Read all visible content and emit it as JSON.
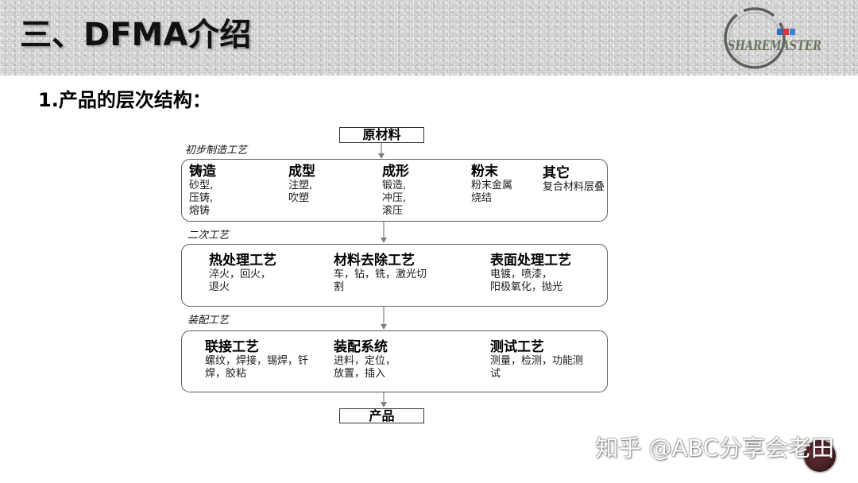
{
  "header": {
    "title": "三、DFMA介绍",
    "logo": {
      "text": "SHAREMASTER",
      "colors": [
        "#2f6fc0",
        "#d8363a",
        "#3b82d6"
      ]
    }
  },
  "section_title": "1.产品的层次结构：",
  "diagram": {
    "start": "原材料",
    "end": "产品",
    "stages": [
      {
        "label": "初步制造工艺",
        "groups": [
          {
            "heading": "铸造",
            "lines": [
              "砂型,",
              "压铸,",
              "熔铸"
            ]
          },
          {
            "heading": "成型",
            "lines": [
              "注塑,",
              "吹塑"
            ]
          },
          {
            "heading": "成形",
            "lines": [
              "锻造,",
              "冲压,",
              "滚压"
            ]
          },
          {
            "heading": "粉末",
            "lines": [
              "粉末金属",
              "烧结"
            ]
          },
          {
            "heading": "其它",
            "lines": [
              "复合材料层叠"
            ]
          }
        ]
      },
      {
        "label": "二次工艺",
        "groups": [
          {
            "heading": "热处理工艺",
            "lines": [
              "淬火，回火，",
              "退火"
            ]
          },
          {
            "heading": "材料去除工艺",
            "lines": [
              "车，钻，铣，激光切",
              "割"
            ]
          },
          {
            "heading": "表面处理工艺",
            "lines": [
              "电镀，喷漆，",
              "阳极氧化，抛光"
            ]
          }
        ]
      },
      {
        "label": "装配工艺",
        "groups": [
          {
            "heading": "联接工艺",
            "lines": [
              "螺纹，焊接，锡焊，钎",
              "焊，胶粘"
            ]
          },
          {
            "heading": "装配系统",
            "lines": [
              "进料，定位，",
              "放置，插入"
            ]
          },
          {
            "heading": "测试工艺",
            "lines": [
              "测量，检测，功能测",
              "试"
            ]
          }
        ]
      }
    ]
  },
  "watermark": "知乎 @ABC分享会老田",
  "colors": {
    "header_bg": "#d7d7d7",
    "box_border": "#5c5c5c",
    "arrow": "#808080"
  }
}
